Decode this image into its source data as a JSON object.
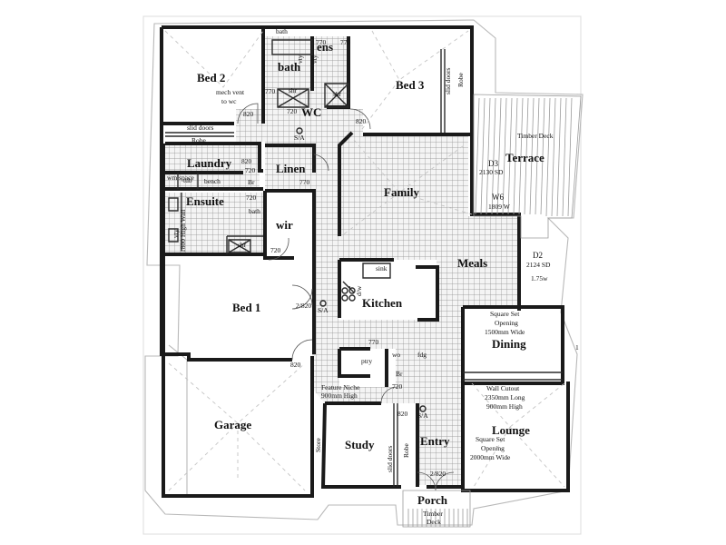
{
  "rooms": {
    "bed2": "Bed 2",
    "bed3": "Bed 3",
    "bed1": "Bed 1",
    "family": "Family",
    "meals": "Meals",
    "kitchen": "Kitchen",
    "dining": "Dining",
    "lounge": "Lounge",
    "garage": "Garage",
    "study": "Study",
    "entry": "Entry",
    "porch": "Porch",
    "terrace": "Terrace",
    "laundry": "Laundry",
    "linen": "Linen",
    "ensuite": "Ensuite",
    "wir": "wir",
    "ens": "ens",
    "bath_main": "bath",
    "wc": "WC"
  },
  "notes": {
    "bath_top": "bath",
    "mech_vent": "mech vent",
    "to_wc": "to wc",
    "slid_doors_bed2": "slid doors",
    "robe_bed2": "Robe",
    "slid_doors_bed3": "slid doors",
    "robe_bed3": "Robe",
    "vty_1": "vty",
    "vty_2": "vty",
    "shr_1": "shr",
    "shr_2": "shr",
    "shr_3": "shr",
    "wm_space": "wm space",
    "tub": "tub",
    "bench": "bench",
    "br_laundry": "Br",
    "bath_ensuite": "bath",
    "high_wall": "1800 High Wall",
    "vty_ensuite": "vty",
    "timber_deck_terrace": "Timber Deck",
    "d3": "D3",
    "d3_size": "2130 SD",
    "w6": "W6",
    "w6_size": "1809 W",
    "d2": "D2",
    "d2_size": "2124 SD",
    "d2_w": "1.75w",
    "sink": "sink",
    "dw": "d/w",
    "ptry": "ptry",
    "wo": "wo",
    "fdg": "fdg",
    "br_entry": "Br",
    "sq_set_1a": "Square Set",
    "sq_set_1b": "Opening",
    "sq_set_1c": "1500mm Wide",
    "wall_cutout_a": "Wall Cutout",
    "wall_cutout_b": "2350mm Long",
    "wall_cutout_c": "900mm High",
    "sq_set_2a": "Square Set",
    "sq_set_2b": "Opening",
    "sq_set_2c": "2000mm Wide",
    "niche_a": "Feature Niche",
    "niche_b": "900mm High",
    "store": "Store",
    "slid_doors_study": "slid doors",
    "robe_study": "Robe",
    "timber_deck_porch": "Timber Deck",
    "sa_1": "S/A",
    "sa_2": "S/A",
    "sa_3": "S/A",
    "right_edge": "1"
  },
  "dimensions": {
    "d_770_a": "770",
    "d_770_b": "770",
    "d_770_c": "770",
    "d_720_a": "720",
    "d_720_b": "720",
    "d_720_c": "720",
    "d_720_d": "720",
    "d_720_e": "720",
    "d_820_a": "820",
    "d_820_b": "820",
    "d_820_c": "820",
    "d_820_d": "820",
    "d_820_e": "820",
    "d_2820_a": "2/820",
    "d_2820_b": "2/820",
    "d_770_d": "770",
    "d_770_e": "770"
  },
  "colors": {
    "wall": "#1a1a1a",
    "tile": "#9c9c9c",
    "roof_lines": "#b8b8b8",
    "background": "#ffffff"
  }
}
